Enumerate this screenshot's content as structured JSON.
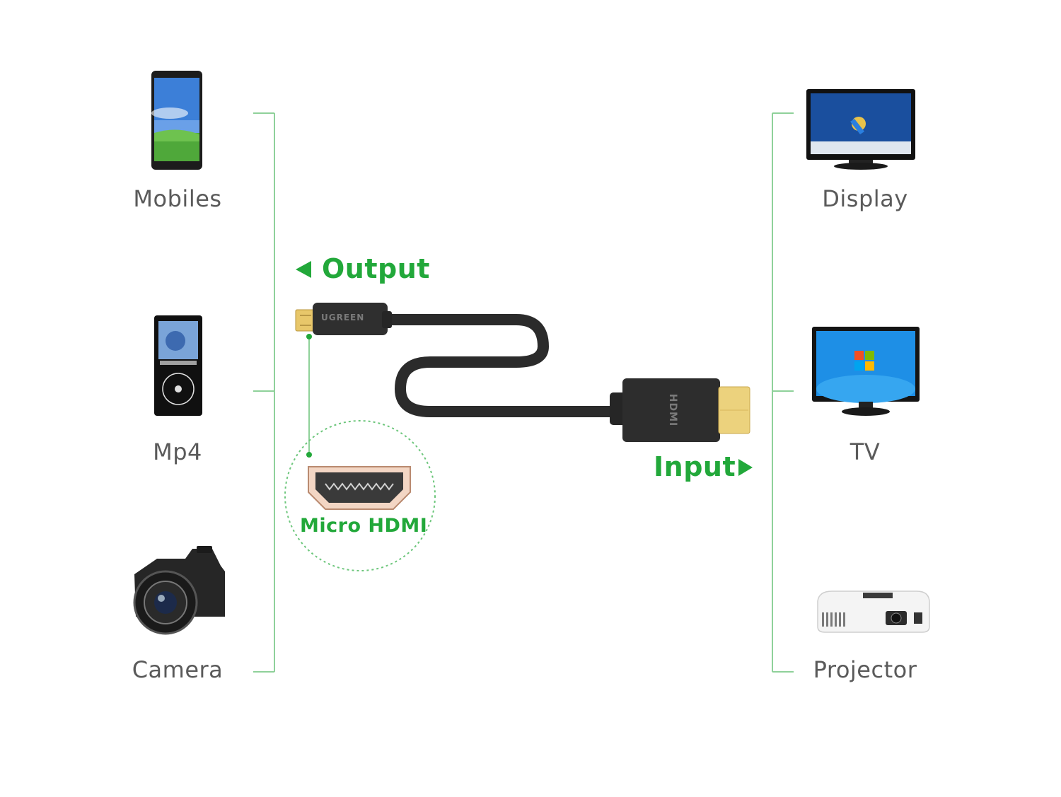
{
  "sources": {
    "mobiles": "Mobiles",
    "mp4": "Mp4",
    "camera": "Camera"
  },
  "destinations": {
    "display": "Display",
    "tv": "TV",
    "projector": "Projector"
  },
  "connectors": {
    "output": "Output",
    "input": "Input",
    "micro_hdmi": "Micro HDMI"
  },
  "cable_branding": {
    "micro_end": "UGREEN",
    "hdmi_end": "HDMI"
  },
  "colors": {
    "accent_green": "#22a83a",
    "line_green": "#8fd19a",
    "label_gray": "#5a5a5a",
    "cable_black": "#2b2b2b",
    "gold": "#e8c76a"
  }
}
